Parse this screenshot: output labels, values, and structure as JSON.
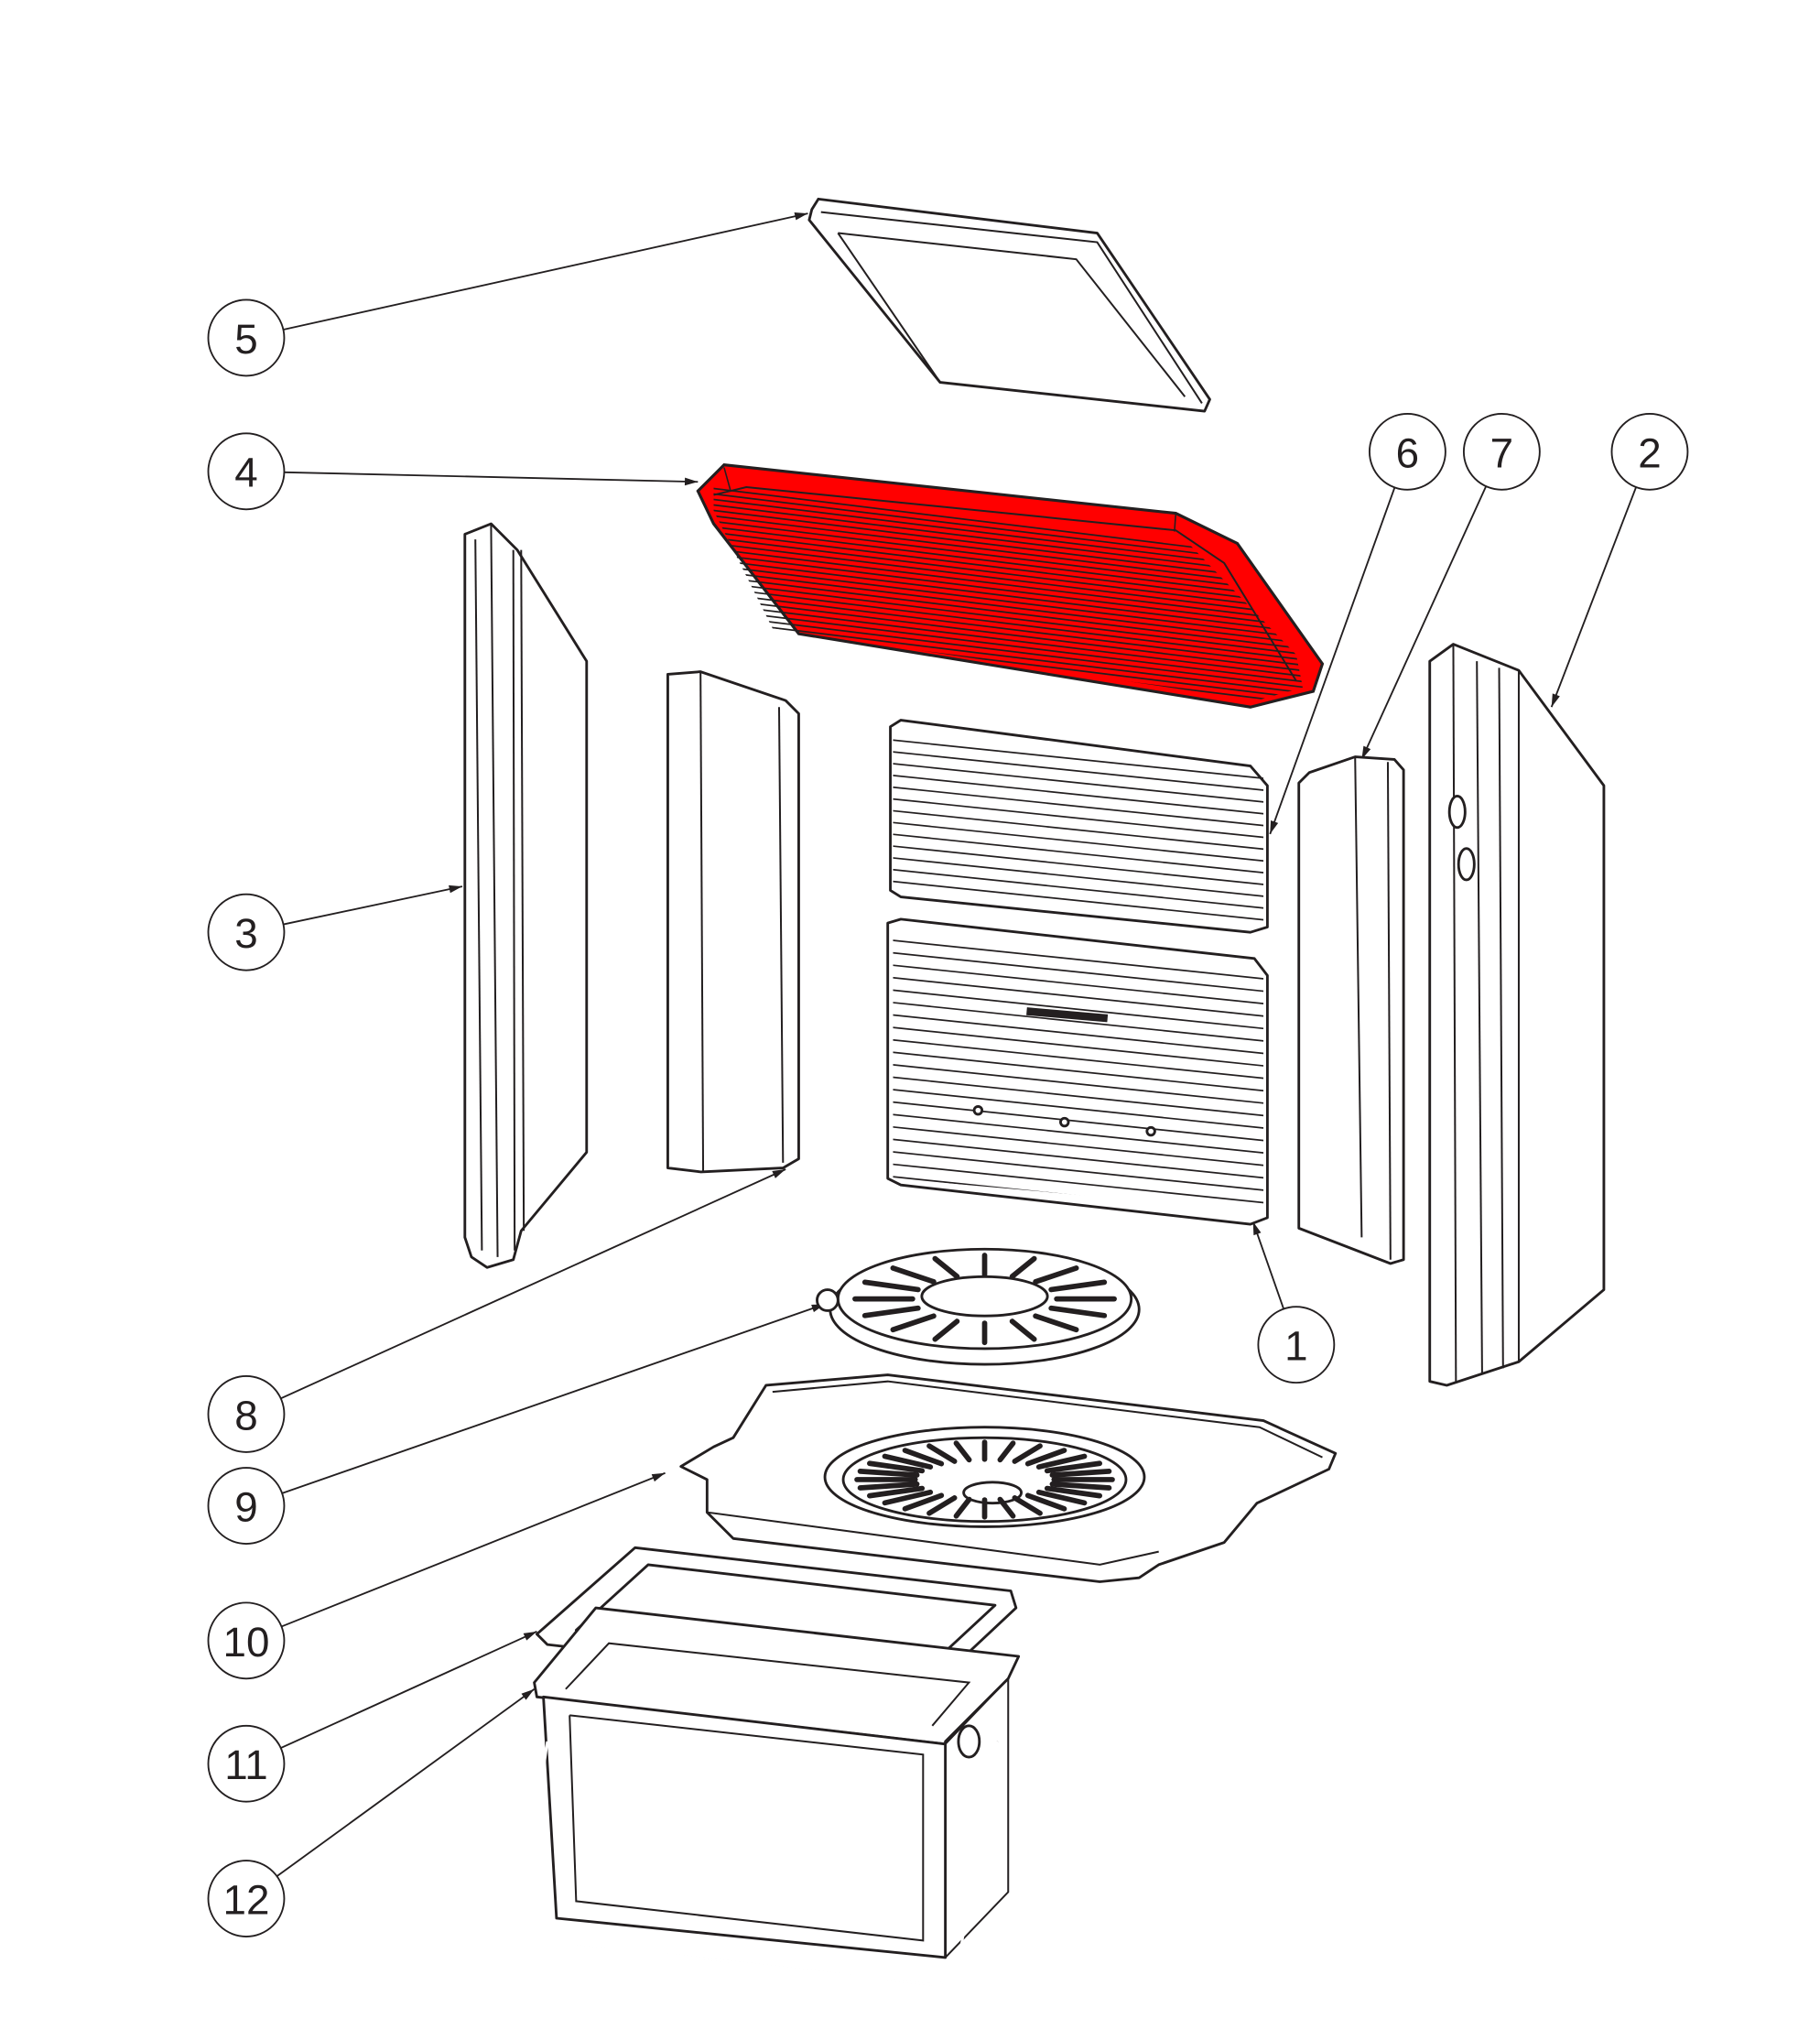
{
  "diagram": {
    "type": "exploded-parts-view",
    "highlight_color": "#ff0000",
    "line_color": "#231f20",
    "highlighted_part": "4",
    "callouts": [
      {
        "label": "1",
        "part": "back-wall-lower"
      },
      {
        "label": "2",
        "part": "side-wall-right"
      },
      {
        "label": "3",
        "part": "side-wall-left"
      },
      {
        "label": "4",
        "part": "baffle-plate"
      },
      {
        "label": "5",
        "part": "top-plate"
      },
      {
        "label": "6",
        "part": "back-wall-upper"
      },
      {
        "label": "7",
        "part": "side-lining-right"
      },
      {
        "label": "8",
        "part": "side-lining-left"
      },
      {
        "label": "9",
        "part": "grate"
      },
      {
        "label": "10",
        "part": "base-plate"
      },
      {
        "label": "11",
        "part": "ash-pan-frame"
      },
      {
        "label": "12",
        "part": "ash-pan"
      }
    ]
  }
}
